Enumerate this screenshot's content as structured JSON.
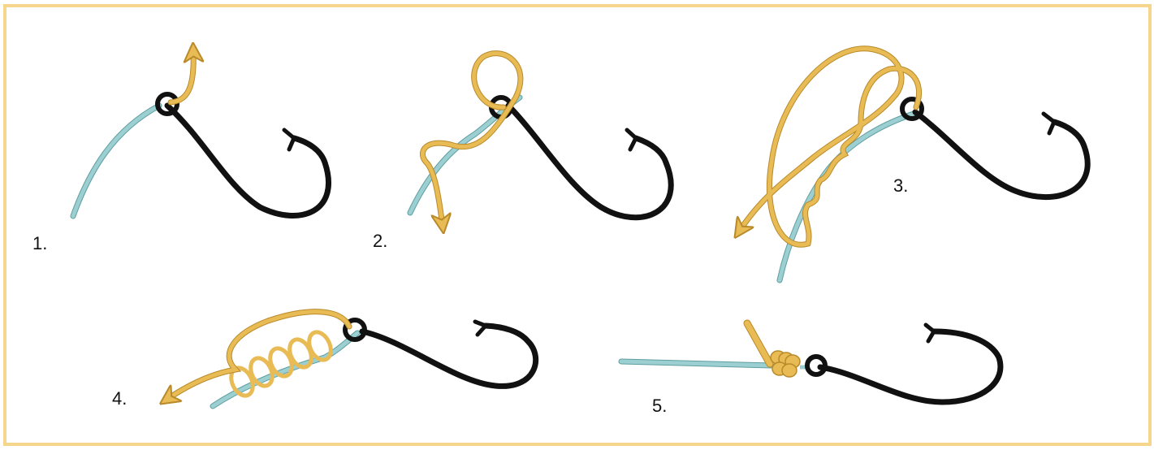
{
  "colors": {
    "frame": "#f5d68c",
    "hook": "#111111",
    "line_standing": "#9ccfd1",
    "line_tag": "#e9bb55",
    "line_tag_outline": "#b88a2a"
  },
  "steps": [
    {
      "label": "1."
    },
    {
      "label": "2."
    },
    {
      "label": "3."
    },
    {
      "label": "4."
    },
    {
      "label": "5."
    }
  ]
}
